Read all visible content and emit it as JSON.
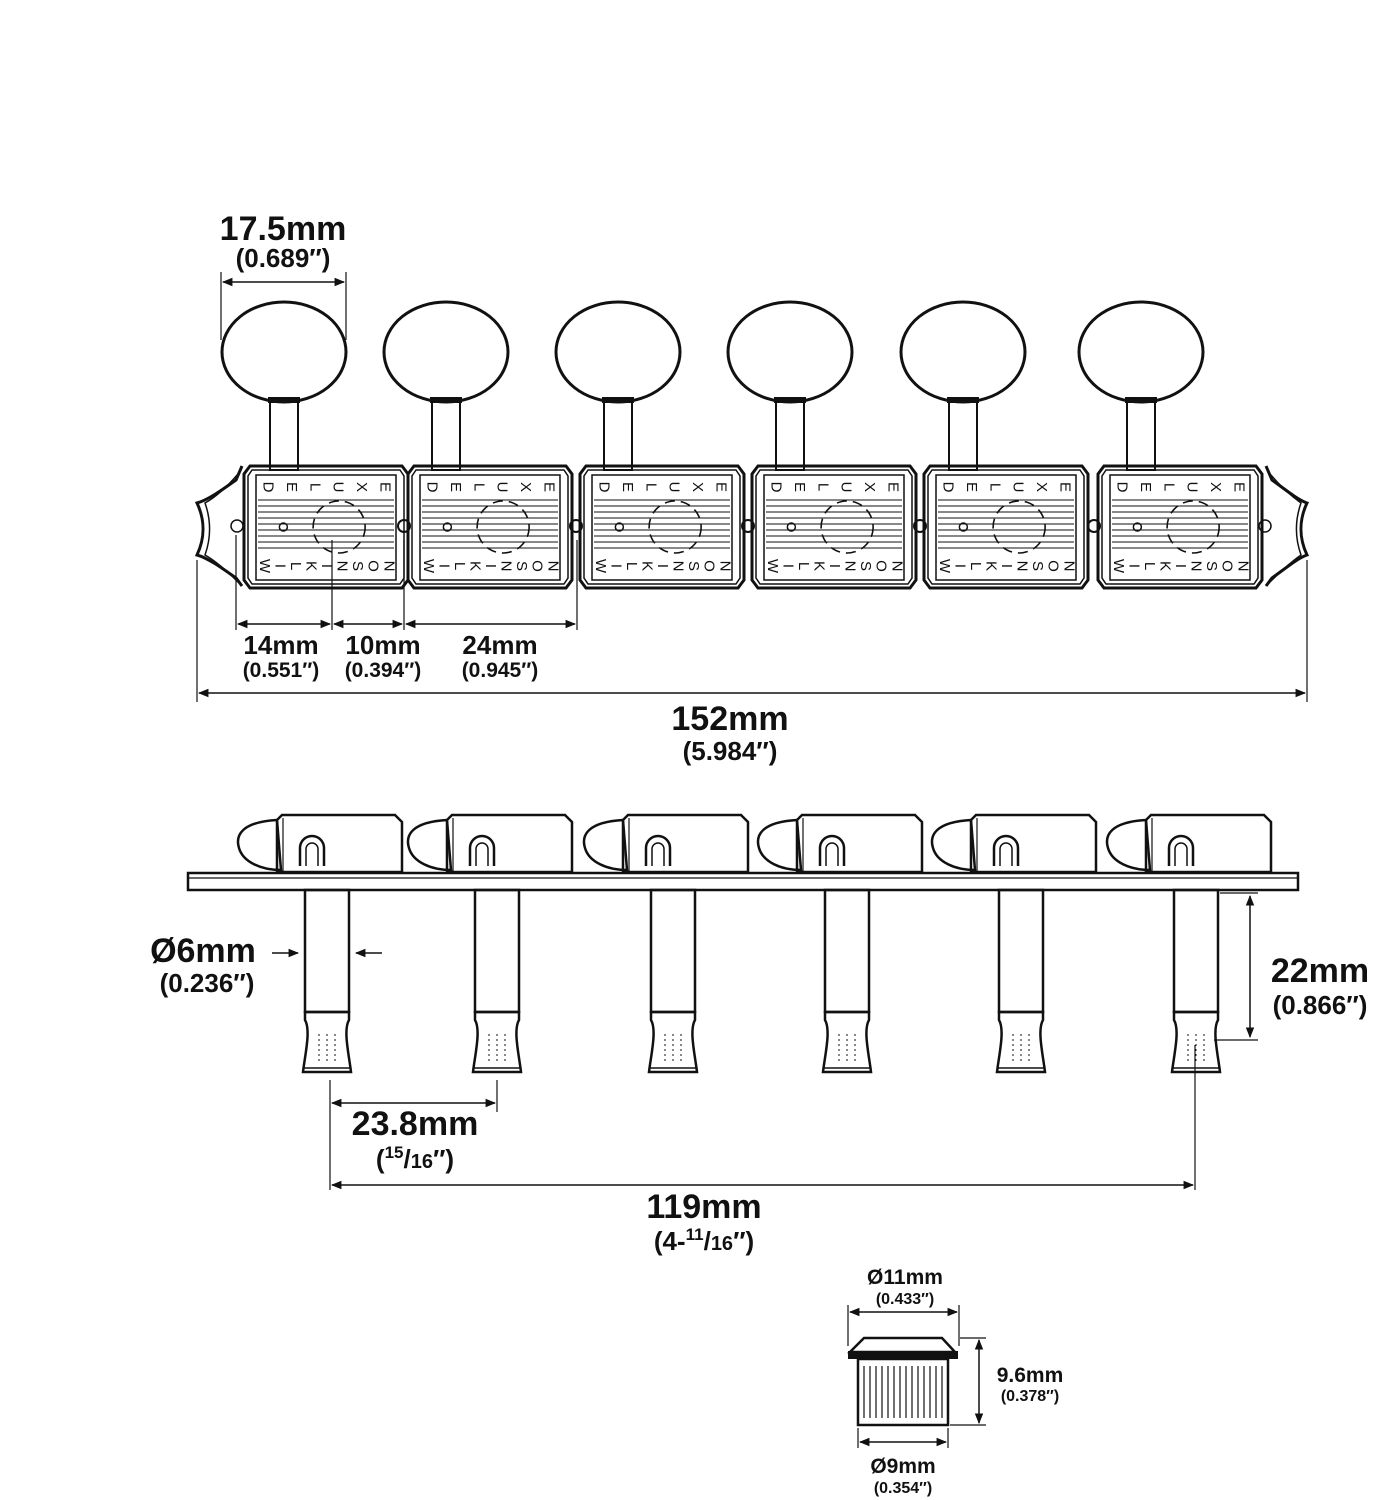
{
  "plate": {
    "brand_top": "DELUXE",
    "brand_bottom": "WILKINSON",
    "tuner_count": 6
  },
  "dimensions": {
    "button_width": {
      "mm": "17.5mm",
      "inch": "(0.689″)"
    },
    "hole_to_post": {
      "mm": "14mm",
      "inch": "(0.551″)"
    },
    "post_to_edge": {
      "mm": "10mm",
      "inch": "(0.394″)"
    },
    "unit_width": {
      "mm": "24mm",
      "inch": "(0.945″)"
    },
    "overall_length": {
      "mm": "152mm",
      "inch": "(5.984″)"
    },
    "post_diameter": {
      "mm": "Ø6mm",
      "inch": "(0.236″)"
    },
    "post_height": {
      "mm": "22mm",
      "inch": "(0.866″)"
    },
    "post_spacing": {
      "mm": "23.8mm",
      "inch_prefix": "(",
      "inch_num": "15",
      "inch_den": "16",
      "inch_suffix": "″)"
    },
    "post_span": {
      "mm": "119mm",
      "inch_prefix": "(4-",
      "inch_num": "11",
      "inch_den": "16",
      "inch_suffix": "″)"
    },
    "bushing_top_diameter": {
      "mm": "Ø11mm",
      "inch": "(0.433″)"
    },
    "bushing_height": {
      "mm": "9.6mm",
      "inch": "(0.378″)"
    },
    "bushing_bottom_diameter": {
      "mm": "Ø9mm",
      "inch": "(0.354″)"
    }
  }
}
